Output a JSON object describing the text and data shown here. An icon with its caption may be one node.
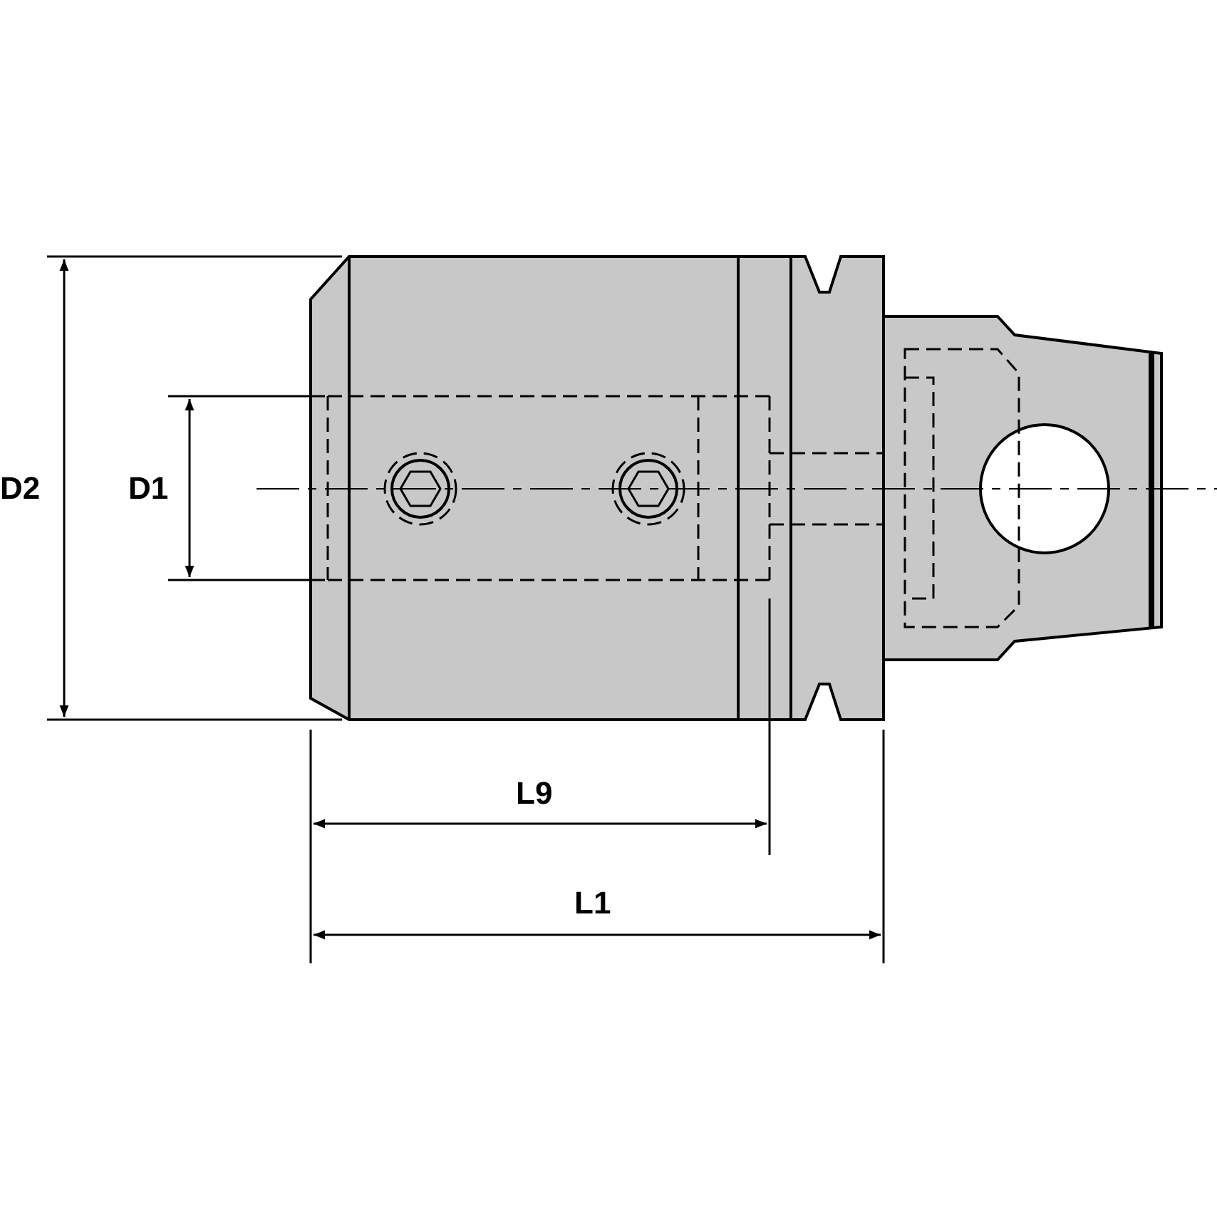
{
  "diagram": {
    "labels": [
      "D2",
      "D1",
      "L9",
      "L1"
    ]
  }
}
